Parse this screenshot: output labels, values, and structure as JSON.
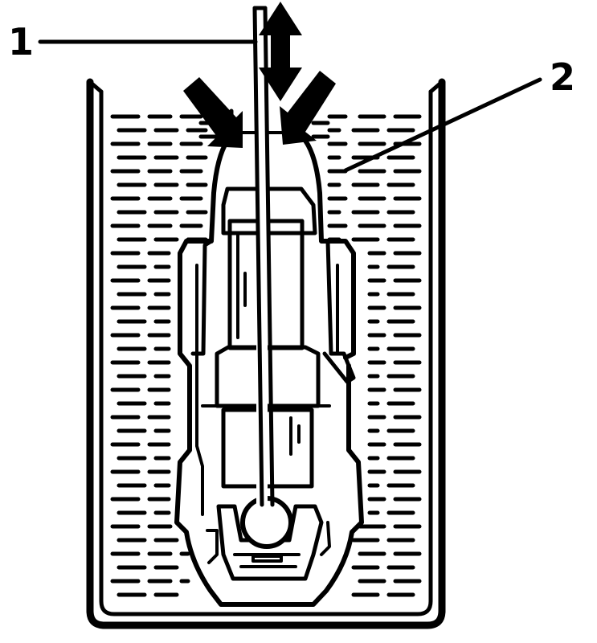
{
  "figure": {
    "callouts": [
      {
        "id": "1",
        "label": "1"
      },
      {
        "id": "2",
        "label": "2"
      }
    ],
    "colors": {
      "ink": "#000000",
      "paper": "#ffffff"
    }
  }
}
